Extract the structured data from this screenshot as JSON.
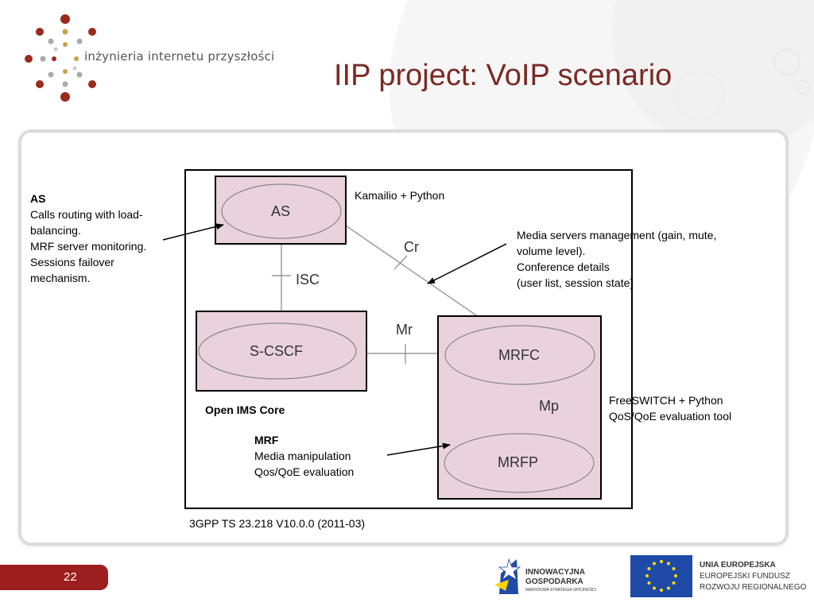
{
  "header": {
    "logo_text": "inżynieria internetu przyszłości",
    "title": "IIP project: VoIP scenario"
  },
  "diagram": {
    "nodes": {
      "as": "AS",
      "scscf": "S-CSCF",
      "mrfc": "MRFC",
      "mrfp": "MRFP"
    },
    "interfaces": {
      "isc": "ISC",
      "cr": "Cr",
      "mr": "Mr",
      "mp": "Mp"
    },
    "labels": {
      "open_ims_core": "Open IMS Core",
      "citation": "3GPP TS 23.218 V10.0.0 (2011-03)"
    },
    "annotations": {
      "as": {
        "heading": "AS",
        "lines": [
          "Calls routing  with load-",
          "balancing.",
          "MRF server monitoring.",
          "Sessions failover",
          "mechanism."
        ]
      },
      "kamailio": "Kamailio + Python",
      "media": {
        "lines": [
          "Media servers management (gain, mute,",
          "volume level).",
          "Conference details",
          "(user list, session state)"
        ]
      },
      "freeswitch": {
        "lines": [
          "FreeSWITCH + Python",
          "QoS/QoE evaluation tool"
        ]
      },
      "mrf": {
        "heading": "MRF",
        "lines": [
          "Media manipulation",
          "Qos/QoE evaluation"
        ]
      }
    }
  },
  "footer": {
    "page_number": "22",
    "innowacyjna": {
      "line1": "INNOWACYJNA",
      "line2": "GOSPODARKA",
      "line3": "NARODOWA STRATEGIA SPÓJNOŚCI"
    },
    "eu": {
      "line1": "UNIA EUROPEJSKA",
      "line2": "EUROPEJSKI FUNDUSZ",
      "line3": "ROZWOJU REGIONALNEGO"
    }
  },
  "colors": {
    "title": "#7a2a22",
    "node_fill": "#ead2dc",
    "page_tab": "#9c1e1e",
    "eu_blue": "#1f4aa8",
    "eu_star": "#ffdd00"
  }
}
